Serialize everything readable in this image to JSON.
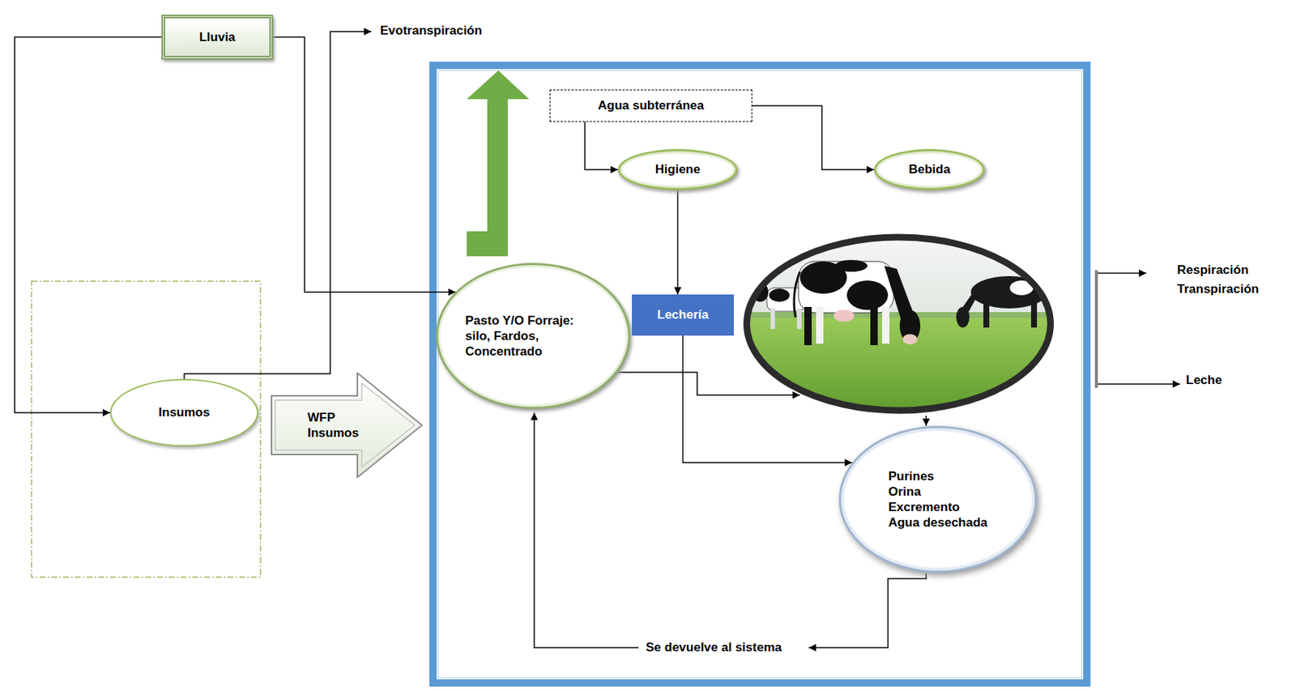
{
  "diagram": {
    "nodes": [
      {
        "text": [
          "Lluvia"
        ]
      },
      {
        "text": [
          "Agua subterránea"
        ]
      },
      {
        "text": [
          "Higiene"
        ]
      },
      {
        "text": [
          "Bebida"
        ]
      },
      {
        "text": [
          "Pasto Y/O Forraje: silo, Fardos, Concentrado"
        ]
      },
      {
        "text": [
          "Lechería"
        ]
      },
      {
        "text": [
          "Insumos"
        ]
      },
      {
        "text": [
          "WFP Insumos"
        ]
      },
      {
        "text": [
          "Purines",
          "Orina",
          "Excremento",
          "Agua desechada"
        ]
      }
    ],
    "edges": [
      {
        "from": 0,
        "to": 6,
        "arrow": "to"
      },
      {
        "from": 0,
        "to": 4,
        "arrow": "to"
      },
      {
        "from": 1,
        "to": 2,
        "arrow": "to"
      },
      {
        "from": 1,
        "to": 3,
        "arrow": "to"
      },
      {
        "from": 2,
        "to": 5,
        "arrow": "to"
      },
      {
        "from": 5,
        "to": 8,
        "arrow": "to"
      }
    ],
    "labels": [
      "Evotranspiración",
      "Respiración",
      "Transpiración",
      "Leche",
      "Se devuelve al sistema"
    ]
  }
}
